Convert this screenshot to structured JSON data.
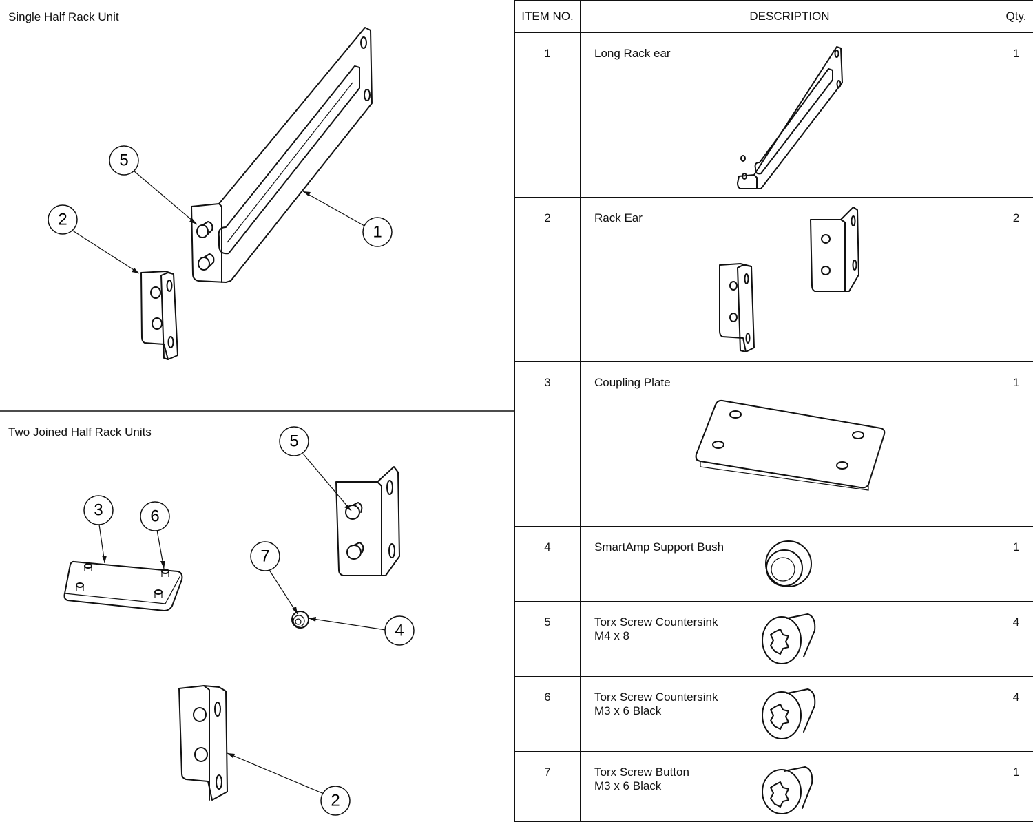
{
  "panels": {
    "single": {
      "title": "Single Half Rack Unit"
    },
    "joined": {
      "title": "Two Joined Half Rack Units"
    }
  },
  "callouts": {
    "single": [
      "5",
      "2",
      "1"
    ],
    "joined": [
      "5",
      "3",
      "6",
      "7",
      "4",
      "2"
    ]
  },
  "bom": {
    "headers": {
      "item": "ITEM NO.",
      "description": "DESCRIPTION",
      "qty": "Qty."
    },
    "rows": [
      {
        "item": "1",
        "description": "Long Rack ear",
        "qty": "1"
      },
      {
        "item": "2",
        "description": "Rack Ear",
        "qty": "2"
      },
      {
        "item": "3",
        "description": "Coupling Plate",
        "qty": "1"
      },
      {
        "item": "4",
        "description": "SmartAmp Support Bush",
        "qty": "1"
      },
      {
        "item": "5",
        "description": "Torx Screw Countersink\nM4 x 8",
        "qty": "4"
      },
      {
        "item": "6",
        "description": "Torx Screw Countersink\nM3 x 6 Black",
        "qty": "4"
      },
      {
        "item": "7",
        "description": "Torx Screw Button\nM3 x 6 Black",
        "qty": "1"
      }
    ]
  }
}
